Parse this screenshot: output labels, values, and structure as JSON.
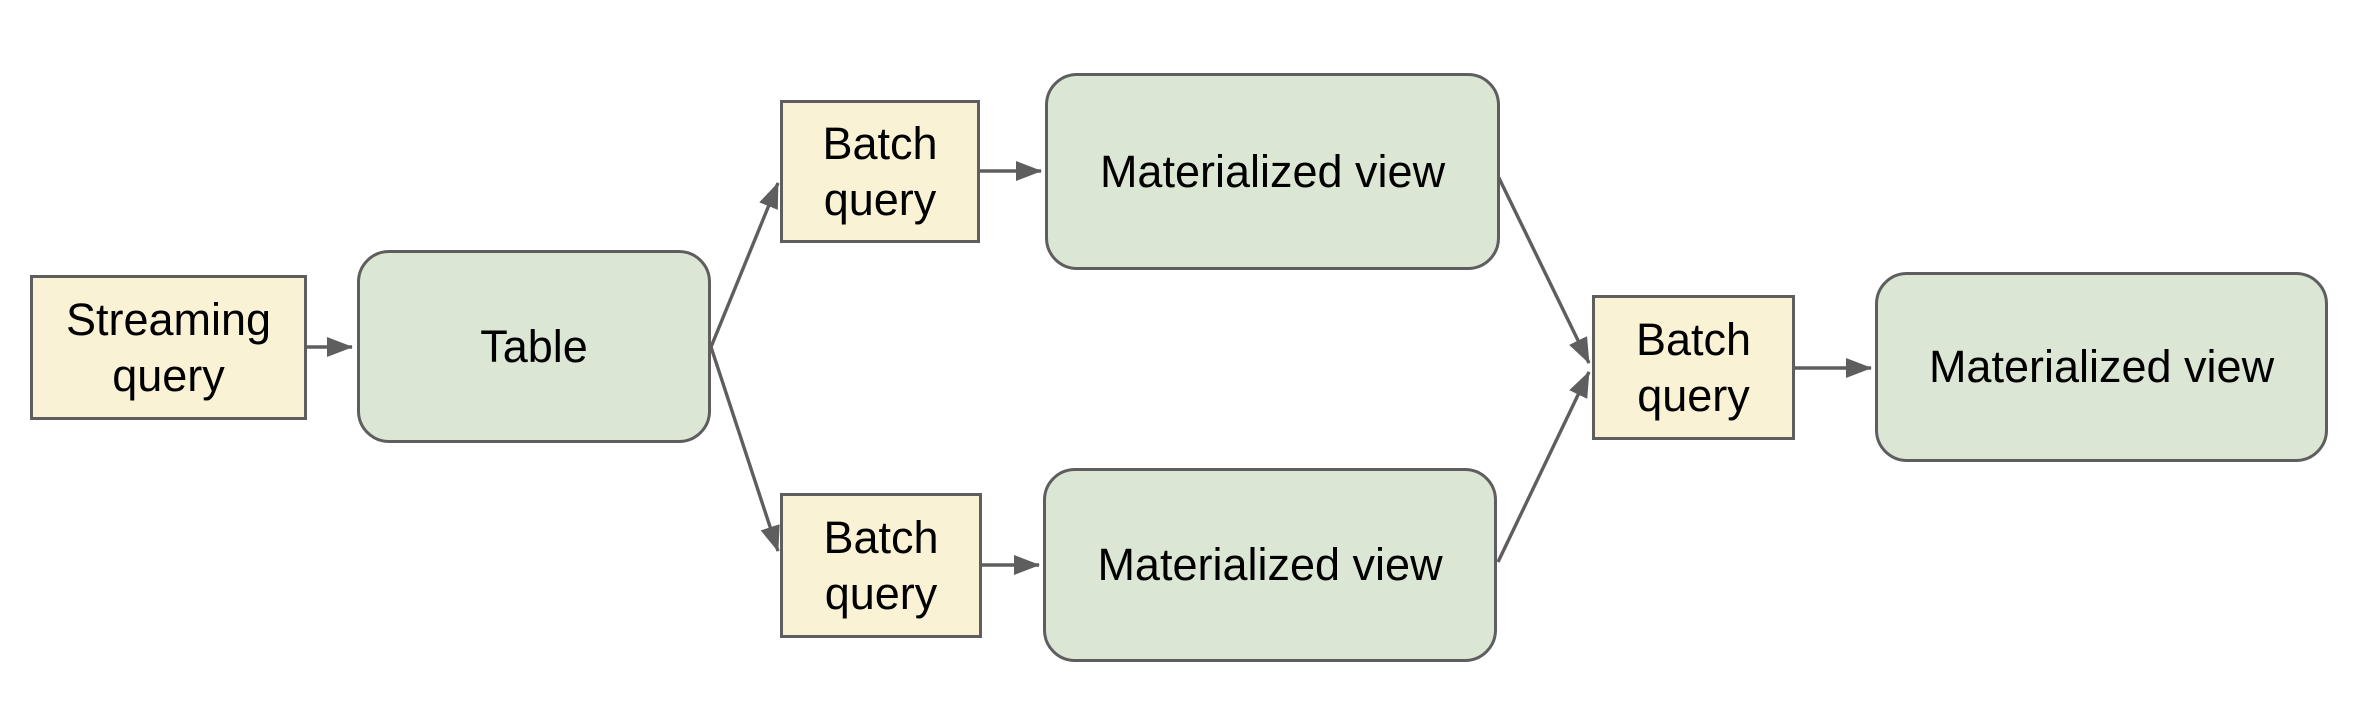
{
  "diagram": {
    "nodes": [
      {
        "id": "streaming-query",
        "label": "Streaming query",
        "kind": "query",
        "shape": "rectangle"
      },
      {
        "id": "table",
        "label": "Table",
        "kind": "storage",
        "shape": "rounded-rectangle"
      },
      {
        "id": "batch-query-top",
        "label": "Batch query",
        "kind": "query",
        "shape": "rectangle"
      },
      {
        "id": "materialized-view-top",
        "label": "Materialized view",
        "kind": "storage",
        "shape": "rounded-rectangle"
      },
      {
        "id": "batch-query-bottom",
        "label": "Batch query",
        "kind": "query",
        "shape": "rectangle"
      },
      {
        "id": "materialized-view-bottom",
        "label": "Materialized view",
        "kind": "storage",
        "shape": "rounded-rectangle"
      },
      {
        "id": "batch-query-final",
        "label": "Batch query",
        "kind": "query",
        "shape": "rectangle"
      },
      {
        "id": "materialized-view-final",
        "label": "Materialized view",
        "kind": "storage",
        "shape": "rounded-rectangle"
      }
    ],
    "edges": [
      {
        "from": "streaming-query",
        "to": "table"
      },
      {
        "from": "table",
        "to": "batch-query-top"
      },
      {
        "from": "table",
        "to": "batch-query-bottom"
      },
      {
        "from": "batch-query-top",
        "to": "materialized-view-top"
      },
      {
        "from": "batch-query-bottom",
        "to": "materialized-view-bottom"
      },
      {
        "from": "materialized-view-top",
        "to": "batch-query-final"
      },
      {
        "from": "materialized-view-bottom",
        "to": "batch-query-final"
      },
      {
        "from": "batch-query-final",
        "to": "materialized-view-final"
      }
    ],
    "colors": {
      "query_node_fill": "#FAF2D4",
      "storage_node_fill": "#DCE6D4",
      "node_border": "#5E5E5E",
      "arrow": "#5E5E5E",
      "text": "#000000",
      "background": "#FFFFFF"
    }
  }
}
